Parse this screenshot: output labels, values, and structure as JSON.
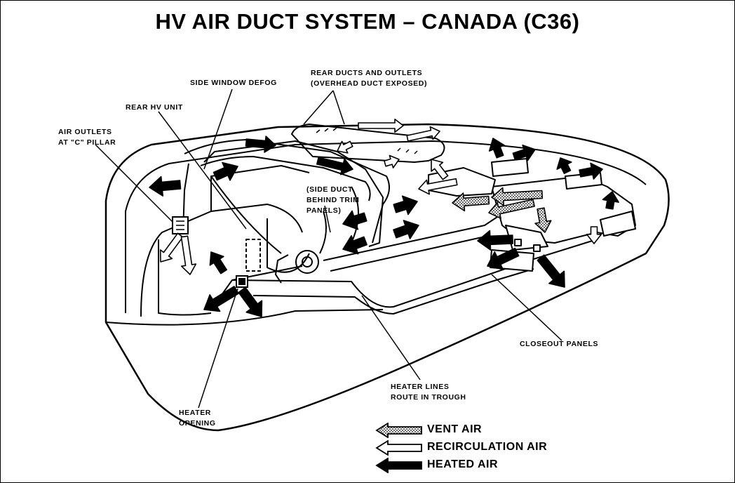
{
  "title": "HV AIR DUCT SYSTEM  –  CANADA (C36)",
  "labels": {
    "side_window_defog": [
      "SIDE WINDOW DEFOG"
    ],
    "rear_ducts": [
      "REAR DUCTS AND OUTLETS",
      "(OVERHEAD DUCT EXPOSED)"
    ],
    "rear_hv_unit": [
      "REAR HV UNIT"
    ],
    "air_outlets": [
      "AIR OUTLETS",
      "AT \"C\" PILLAR"
    ],
    "side_duct": [
      "(SIDE DUCT",
      "BEHIND TRIM",
      "PANELS)"
    ],
    "closeout_panels": [
      "CLOSEOUT PANELS"
    ],
    "heater_lines": [
      "HEATER LINES",
      "ROUTE IN TROUGH"
    ],
    "heater_opening": [
      "HEATER",
      "OPENING"
    ]
  },
  "legend": [
    {
      "text": "VENT AIR",
      "style": "dotted",
      "icon": "dotted-arrow-icon"
    },
    {
      "text": "RECIRCULATION AIR",
      "style": "outline",
      "icon": "outline-arrow-icon"
    },
    {
      "text": "HEATED AIR",
      "style": "solid",
      "icon": "solid-arrow-icon"
    }
  ]
}
